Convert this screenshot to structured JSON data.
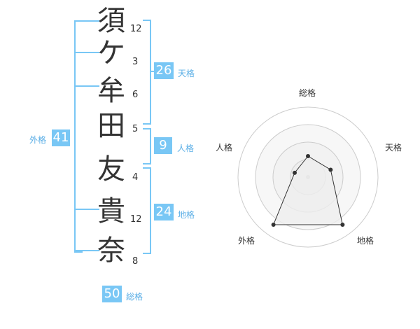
{
  "name": {
    "chars": [
      "須",
      "ケ",
      "牟",
      "田",
      "友",
      "貴",
      "奈"
    ],
    "strokes": [
      "12",
      "3",
      "6",
      "5",
      "4",
      "12",
      "8"
    ]
  },
  "grids": {
    "tenkaku": {
      "value": "26",
      "label": "天格"
    },
    "jinkaku": {
      "value": "9",
      "label": "人格"
    },
    "chikaku": {
      "value": "24",
      "label": "地格"
    },
    "gaikaku": {
      "value": "41",
      "label": "外格"
    },
    "soukaku": {
      "value": "50",
      "label": "総格"
    }
  },
  "colors": {
    "accent": "#79c7f5",
    "label": "#5aaee6",
    "text": "#333333",
    "radar_fill": "#eeeeee",
    "radar_ring": "#cccccc"
  },
  "chart_data": {
    "type": "radar",
    "axes": [
      "総格",
      "天格",
      "地格",
      "外格",
      "人格"
    ],
    "values": [
      0.3,
      0.34,
      0.84,
      0.84,
      0.2
    ],
    "max": 1.0,
    "rings": 4,
    "title": "",
    "legend": "none"
  }
}
